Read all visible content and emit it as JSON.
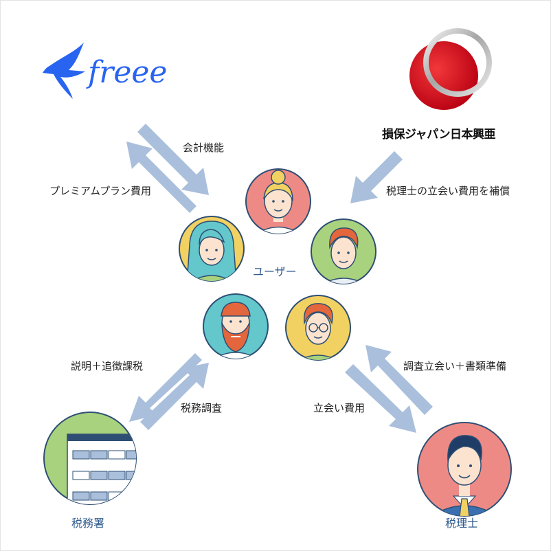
{
  "logos": {
    "freee": "freee",
    "sompo": "損保ジャパン日本興亜"
  },
  "labels": {
    "accounting_features": "会計機能",
    "premium_plan_fee": "プレミアムプラン費用",
    "compensation": "税理士の立会い費用を補償",
    "explanation_tax": "説明＋追徴課税",
    "tax_audit": "税務調査",
    "attendance_fee": "立会い費用",
    "audit_prep": "調査立会い＋書類準備"
  },
  "roles": {
    "users": "ユーザー",
    "tax_office": "税務署",
    "tax_accountant": "税理士"
  },
  "colors": {
    "arrow": "#a9bfdc",
    "circle_outline": "#2e4f73",
    "freee_blue": "#2864f0",
    "sompo_red": "#d6001c",
    "pink": "#ee8a86",
    "teal": "#63c7cc",
    "green": "#a9d27e",
    "yellow": "#f2d163"
  }
}
